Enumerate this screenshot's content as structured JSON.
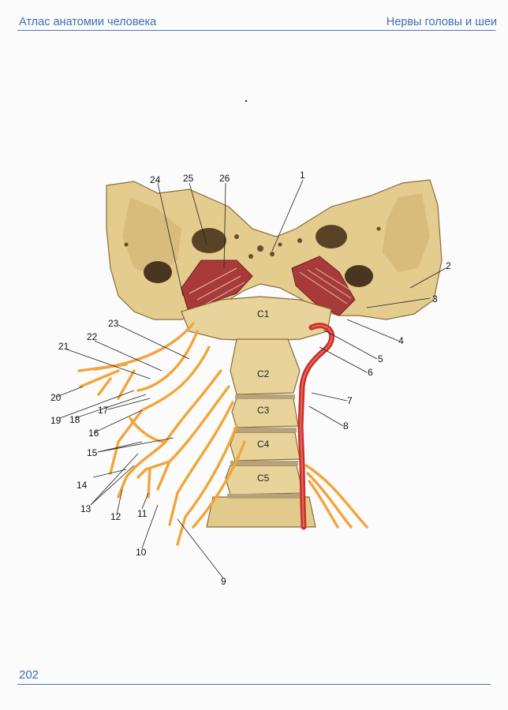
{
  "header": {
    "left_title": "Атлас анатомии человека",
    "right_title": "Нервы головы и шеи"
  },
  "footer": {
    "page_number": "202"
  },
  "figure": {
    "vertebra_labels": [
      "C1",
      "C2",
      "C3",
      "C4",
      "C5"
    ],
    "callouts": [
      "1",
      "2",
      "3",
      "4",
      "5",
      "6",
      "7",
      "8",
      "9",
      "10",
      "11",
      "12",
      "13",
      "14",
      "15",
      "16",
      "17",
      "18",
      "19",
      "20",
      "21",
      "22",
      "23",
      "24",
      "25",
      "26"
    ]
  },
  "colors": {
    "header_text": "#3d6fb3",
    "bone": "#e8d39a",
    "nerve": "#f2a53a",
    "artery": "#c8302a",
    "muscle": "#a83a3a"
  }
}
